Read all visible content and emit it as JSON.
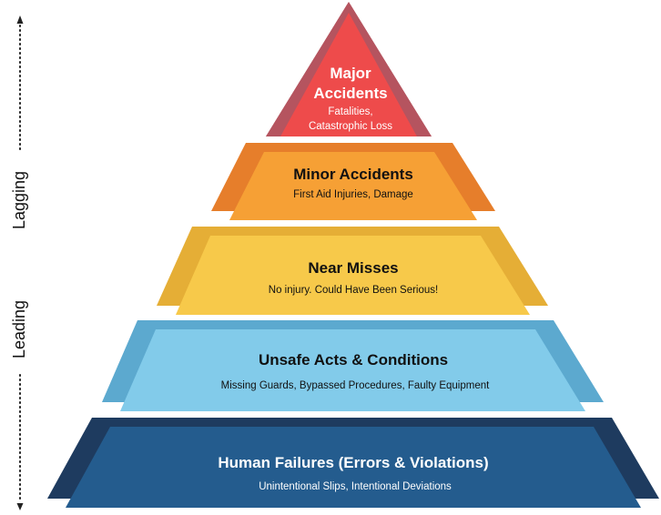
{
  "axis": {
    "lagging_label": "Lagging",
    "leading_label": "Leading"
  },
  "levels": [
    {
      "title_lines": [
        "Major",
        "Accidents"
      ],
      "subtitle_lines": [
        "Fatalities,",
        "Catastrophic Loss"
      ],
      "color_front": "#EE4B4B",
      "color_side": "#B5545F",
      "text_color": "#ffffff"
    },
    {
      "title_lines": [
        "Minor Accidents"
      ],
      "subtitle_lines": [
        "First Aid Injuries, Damage"
      ],
      "color_front": "#F6A035",
      "color_side": "#E67E2B",
      "text_color": "#111111"
    },
    {
      "title_lines": [
        "Near Misses"
      ],
      "subtitle_lines": [
        "No injury. Could Have Been Serious!"
      ],
      "color_front": "#F7C94A",
      "color_side": "#E5AE36",
      "text_color": "#111111"
    },
    {
      "title_lines": [
        "Unsafe Acts & Conditions"
      ],
      "subtitle_lines": [
        "Missing Guards, Bypassed Procedures, Faulty Equipment"
      ],
      "color_front": "#82CBEA",
      "color_side": "#5CA9CF",
      "text_color": "#111111"
    },
    {
      "title_lines": [
        "Human Failures (Errors & Violations)"
      ],
      "subtitle_lines": [
        "Unintentional Slips, Intentional Deviations"
      ],
      "color_front": "#245C8E",
      "color_side": "#1E3B5F",
      "text_color": "#ffffff"
    }
  ]
}
